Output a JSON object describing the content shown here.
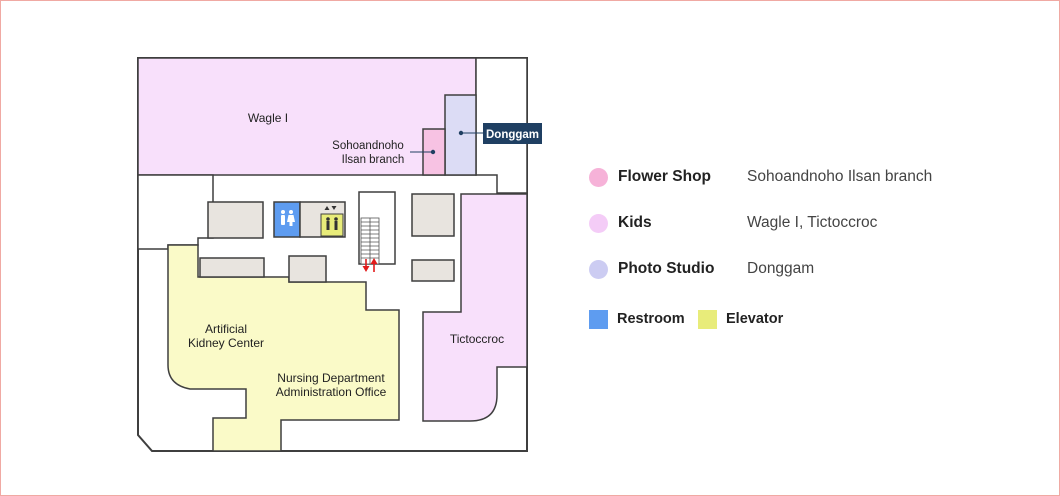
{
  "map": {
    "rooms": {
      "wagle": "Wagle I",
      "sohoandnoho": [
        "Sohoandnoho",
        "Ilsan branch"
      ],
      "donggam": "Donggam",
      "tictoccroc": "Tictoccroc",
      "artificial_kidney": [
        "Artificial",
        "Kidney Center"
      ],
      "nursing": [
        "Nursing Department",
        "Administration Office"
      ]
    }
  },
  "legend": {
    "categories": [
      {
        "label": "Flower Shop",
        "value": "Sohoandnoho Ilsan branch",
        "color": "#f6b2d8"
      },
      {
        "label": "Kids",
        "value": "Wagle I, Tictoccroc",
        "color": "#f4ccf7"
      },
      {
        "label": "Photo Studio",
        "value": "Donggam",
        "color": "#ccccf2"
      }
    ],
    "facilities": [
      {
        "label": "Restroom",
        "color": "#5e9cf0"
      },
      {
        "label": "Elevator",
        "color": "#e8ec7a"
      }
    ]
  },
  "colors": {
    "wall": "#3f3f3f",
    "kids": "#f8e0fb",
    "flower": "#f7c2e3",
    "photo": "#dcdcf5",
    "medical": "#fafac8",
    "block": "#e8e4df",
    "label_bg": "#1f3f62"
  }
}
